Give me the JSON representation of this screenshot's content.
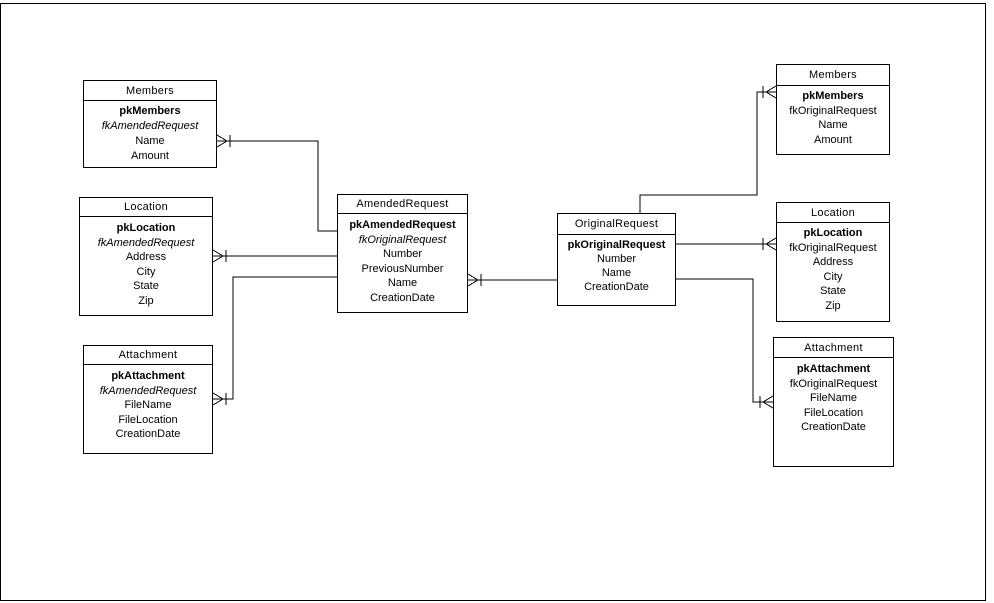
{
  "diagram": {
    "background_color": "#ffffff",
    "line_color": "#000000",
    "entities": [
      {
        "id": "members-left",
        "title": "Members",
        "fields": [
          {
            "text": "pkMembers",
            "bold": true
          },
          {
            "text": "fkAmendedRequest",
            "italic": true
          },
          {
            "text": "Name"
          },
          {
            "text": "Amount"
          }
        ]
      },
      {
        "id": "location-left",
        "title": "Location",
        "fields": [
          {
            "text": "pkLocation",
            "bold": true
          },
          {
            "text": "fkAmendedRequest",
            "italic": true
          },
          {
            "text": "Address"
          },
          {
            "text": "City"
          },
          {
            "text": "State"
          },
          {
            "text": "Zip"
          }
        ]
      },
      {
        "id": "attachment-left",
        "title": "Attachment",
        "fields": [
          {
            "text": "pkAttachment",
            "bold": true
          },
          {
            "text": "fkAmendedRequest",
            "italic": true
          },
          {
            "text": "FileName"
          },
          {
            "text": "FileLocation"
          },
          {
            "text": "CreationDate"
          }
        ]
      },
      {
        "id": "amended-request",
        "title": "AmendedRequest",
        "fields": [
          {
            "text": "pkAmendedRequest",
            "bold": true
          },
          {
            "text": "fkOriginalRequest",
            "italic": true
          },
          {
            "text": "Number"
          },
          {
            "text": "PreviousNumber"
          },
          {
            "text": "Name"
          },
          {
            "text": "CreationDate"
          }
        ]
      },
      {
        "id": "original-request",
        "title": "OriginalRequest",
        "fields": [
          {
            "text": "pkOriginalRequest",
            "bold": true
          },
          {
            "text": "Number"
          },
          {
            "text": "Name"
          },
          {
            "text": "CreationDate"
          }
        ]
      },
      {
        "id": "members-right",
        "title": "Members",
        "fields": [
          {
            "text": "pkMembers",
            "bold": true
          },
          {
            "text": "fkOriginalRequest"
          },
          {
            "text": "Name"
          },
          {
            "text": "Amount"
          }
        ]
      },
      {
        "id": "location-right",
        "title": "Location",
        "fields": [
          {
            "text": "pkLocation",
            "bold": true
          },
          {
            "text": "fkOriginalRequest"
          },
          {
            "text": "Address"
          },
          {
            "text": "City"
          },
          {
            "text": "State"
          },
          {
            "text": "Zip"
          }
        ]
      },
      {
        "id": "attachment-right",
        "title": "Attachment",
        "fields": [
          {
            "text": "pkAttachment",
            "bold": true
          },
          {
            "text": "fkOriginalRequest"
          },
          {
            "text": "FileName"
          },
          {
            "text": "FileLocation"
          },
          {
            "text": "CreationDate"
          }
        ]
      }
    ],
    "relationships": [
      {
        "from": "amended-request",
        "to": "members-left",
        "many_side": "members-left"
      },
      {
        "from": "amended-request",
        "to": "location-left",
        "many_side": "location-left"
      },
      {
        "from": "amended-request",
        "to": "attachment-left",
        "many_side": "attachment-left"
      },
      {
        "from": "original-request",
        "to": "amended-request",
        "many_side": "amended-request"
      },
      {
        "from": "original-request",
        "to": "members-right",
        "many_side": "members-right"
      },
      {
        "from": "original-request",
        "to": "location-right",
        "many_side": "location-right"
      },
      {
        "from": "original-request",
        "to": "attachment-right",
        "many_side": "attachment-right"
      }
    ]
  }
}
